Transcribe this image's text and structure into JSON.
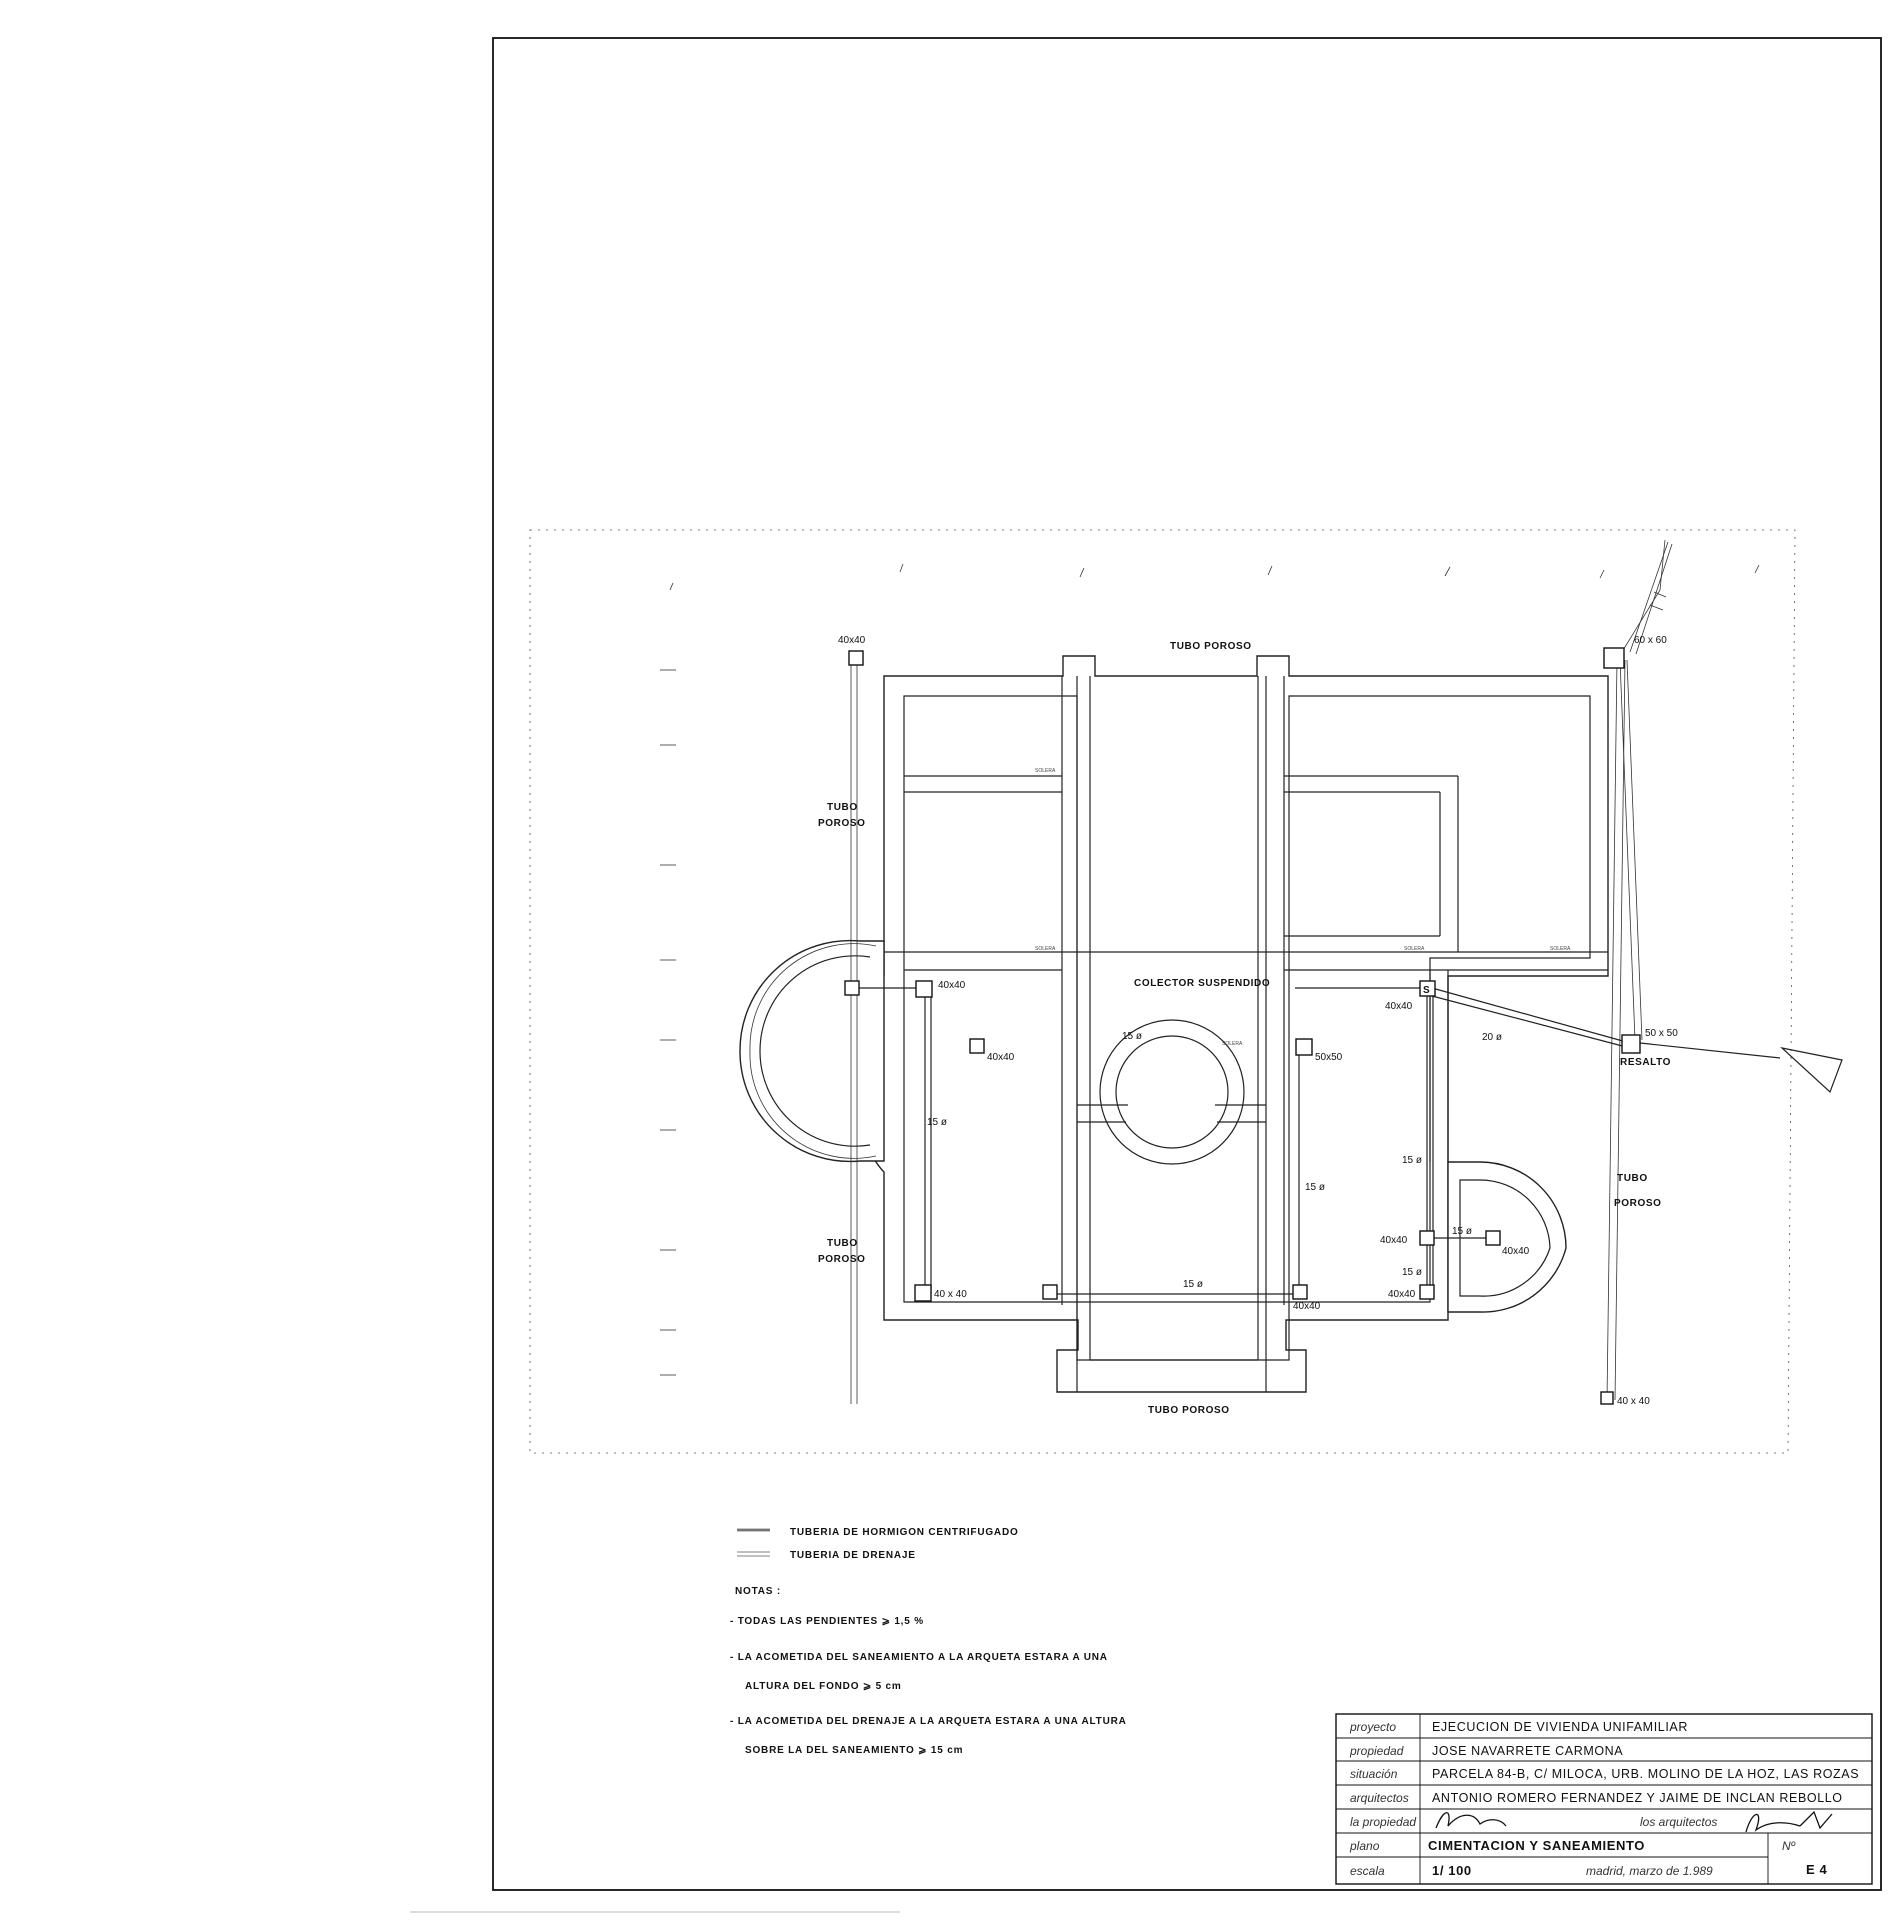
{
  "labels": {
    "tubo_poroso": "TUBO POROSO",
    "tubo": "TUBO",
    "poroso": "POROSO",
    "solera": "SOLERA",
    "colector_suspendido": "COLECTOR SUSPENDIDO",
    "resalto": "RESALTO",
    "s": "S",
    "d15": "15 ø",
    "d20": "20 ø",
    "a40x40": "40x40",
    "a40x40b": "40 x 40",
    "a50x50": "50x50",
    "a50x50b": "50 x 50",
    "a60x60": "60 x 60"
  },
  "legend": {
    "hormigon": "TUBERIA DE HORMIGON CENTRIFUGADO",
    "drenaje": "TUBERIA DE DRENAJE"
  },
  "notes": {
    "title": "NOTAS :",
    "n1": "- TODAS LAS PENDIENTES ⩾ 1,5 %",
    "n2a": "- LA ACOMETIDA DEL SANEAMIENTO A LA ARQUETA ESTARA A UNA",
    "n2b": "ALTURA DEL FONDO ⩾ 5 cm",
    "n3a": "- LA ACOMETIDA DEL DRENAJE A LA ARQUETA ESTARA A UNA ALTURA",
    "n3b": "SOBRE LA DEL SANEAMIENTO ⩾ 15 cm"
  },
  "title_block": {
    "proyecto_label": "proyecto",
    "proyecto": "EJECUCION DE VIVIENDA UNIFAMILIAR",
    "propiedad_label": "propiedad",
    "propiedad": "JOSE NAVARRETE CARMONA",
    "situacion_label": "situación",
    "situacion": "PARCELA 84-B, C/ MILOCA, URB. MOLINO DE LA HOZ, LAS ROZAS",
    "arquitectos_label": "arquitectos",
    "arquitectos": "ANTONIO ROMERO FERNANDEZ Y JAIME DE INCLAN REBOLLO",
    "la_propiedad_label": "la propiedad",
    "los_arquitectos_label": "los arquitectos",
    "plano_label": "plano",
    "plano": "CIMENTACION Y SANEAMIENTO",
    "escala_label": "escala",
    "escala": "1/ 100",
    "fecha": "madrid, marzo de 1.989",
    "numero_label": "Nº",
    "numero": "E 4"
  }
}
